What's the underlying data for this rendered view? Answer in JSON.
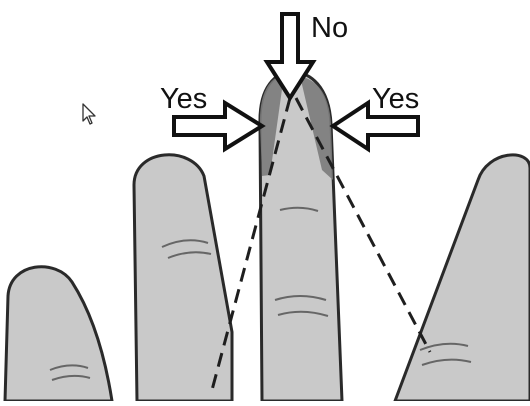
{
  "labels": {
    "top": "No",
    "left": "Yes",
    "right": "Yes"
  },
  "colors": {
    "background": "#ffffff",
    "finger_fill": "#c9c9c9",
    "finger_outline": "#2a2a2a",
    "fingertip_shadow": "#7b7b7b",
    "arrow_fill": "#ffffff",
    "arrow_outline": "#111111",
    "dashed_line": "#1e1e1e"
  },
  "icons": {
    "cursor": "mouse-pointer-icon",
    "top_arrow": "down-arrow-icon",
    "left_arrow": "right-arrow-icon",
    "right_arrow": "left-arrow-icon"
  }
}
